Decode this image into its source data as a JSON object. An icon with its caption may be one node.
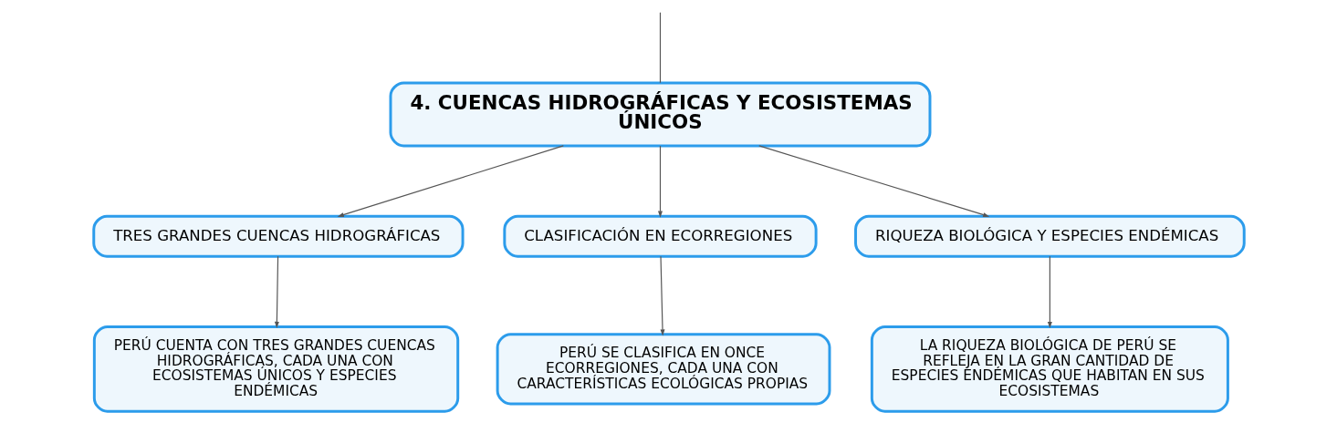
{
  "diagram": {
    "nodes": [
      {
        "text": [
          "4. CUENCAS HIDROGRÁFICAS Y ECOSISTEMAS ÚNICOS"
        ]
      },
      {
        "text": [
          "TRES GRANDES CUENCAS HIDROGRÁFICAS"
        ]
      },
      {
        "text": [
          "CLASIFICACIÓN EN ECORREGIONES"
        ]
      },
      {
        "text": [
          "RIQUEZA BIOLÓGICA Y ESPECIES ENDÉMICAS"
        ]
      },
      {
        "text": [
          "PERÚ CUENTA CON TRES GRANDES CUENCAS HIDROGRÁFICAS, CADA UNA CON ECOSISTEMAS ÚNICOS Y ESPECIES ENDÉMICAS"
        ]
      },
      {
        "text": [
          "PERÚ SE CLASIFICA EN ONCE ECORREGIONES, CADA UNA CON CARACTERÍSTICAS ECOLÓGICAS PROPIAS"
        ]
      },
      {
        "text": [
          "LA RIQUEZA BIOLÓGICA DE PERÚ SE REFLEJA EN LA GRAN CANTIDAD DE ESPECIES ENDÉMICAS QUE HABITAN EN SUS ECOSISTEMAS"
        ]
      }
    ],
    "edges": [
      {
        "from": null,
        "to": 0,
        "arrow": "none"
      },
      {
        "from": 0,
        "to": 1,
        "arrow": "to"
      },
      {
        "from": 0,
        "to": 2,
        "arrow": "to"
      },
      {
        "from": 0,
        "to": 3,
        "arrow": "to"
      },
      {
        "from": 1,
        "to": 4,
        "arrow": "to"
      },
      {
        "from": 2,
        "to": 5,
        "arrow": "to"
      },
      {
        "from": 3,
        "to": 6,
        "arrow": "to"
      }
    ]
  }
}
